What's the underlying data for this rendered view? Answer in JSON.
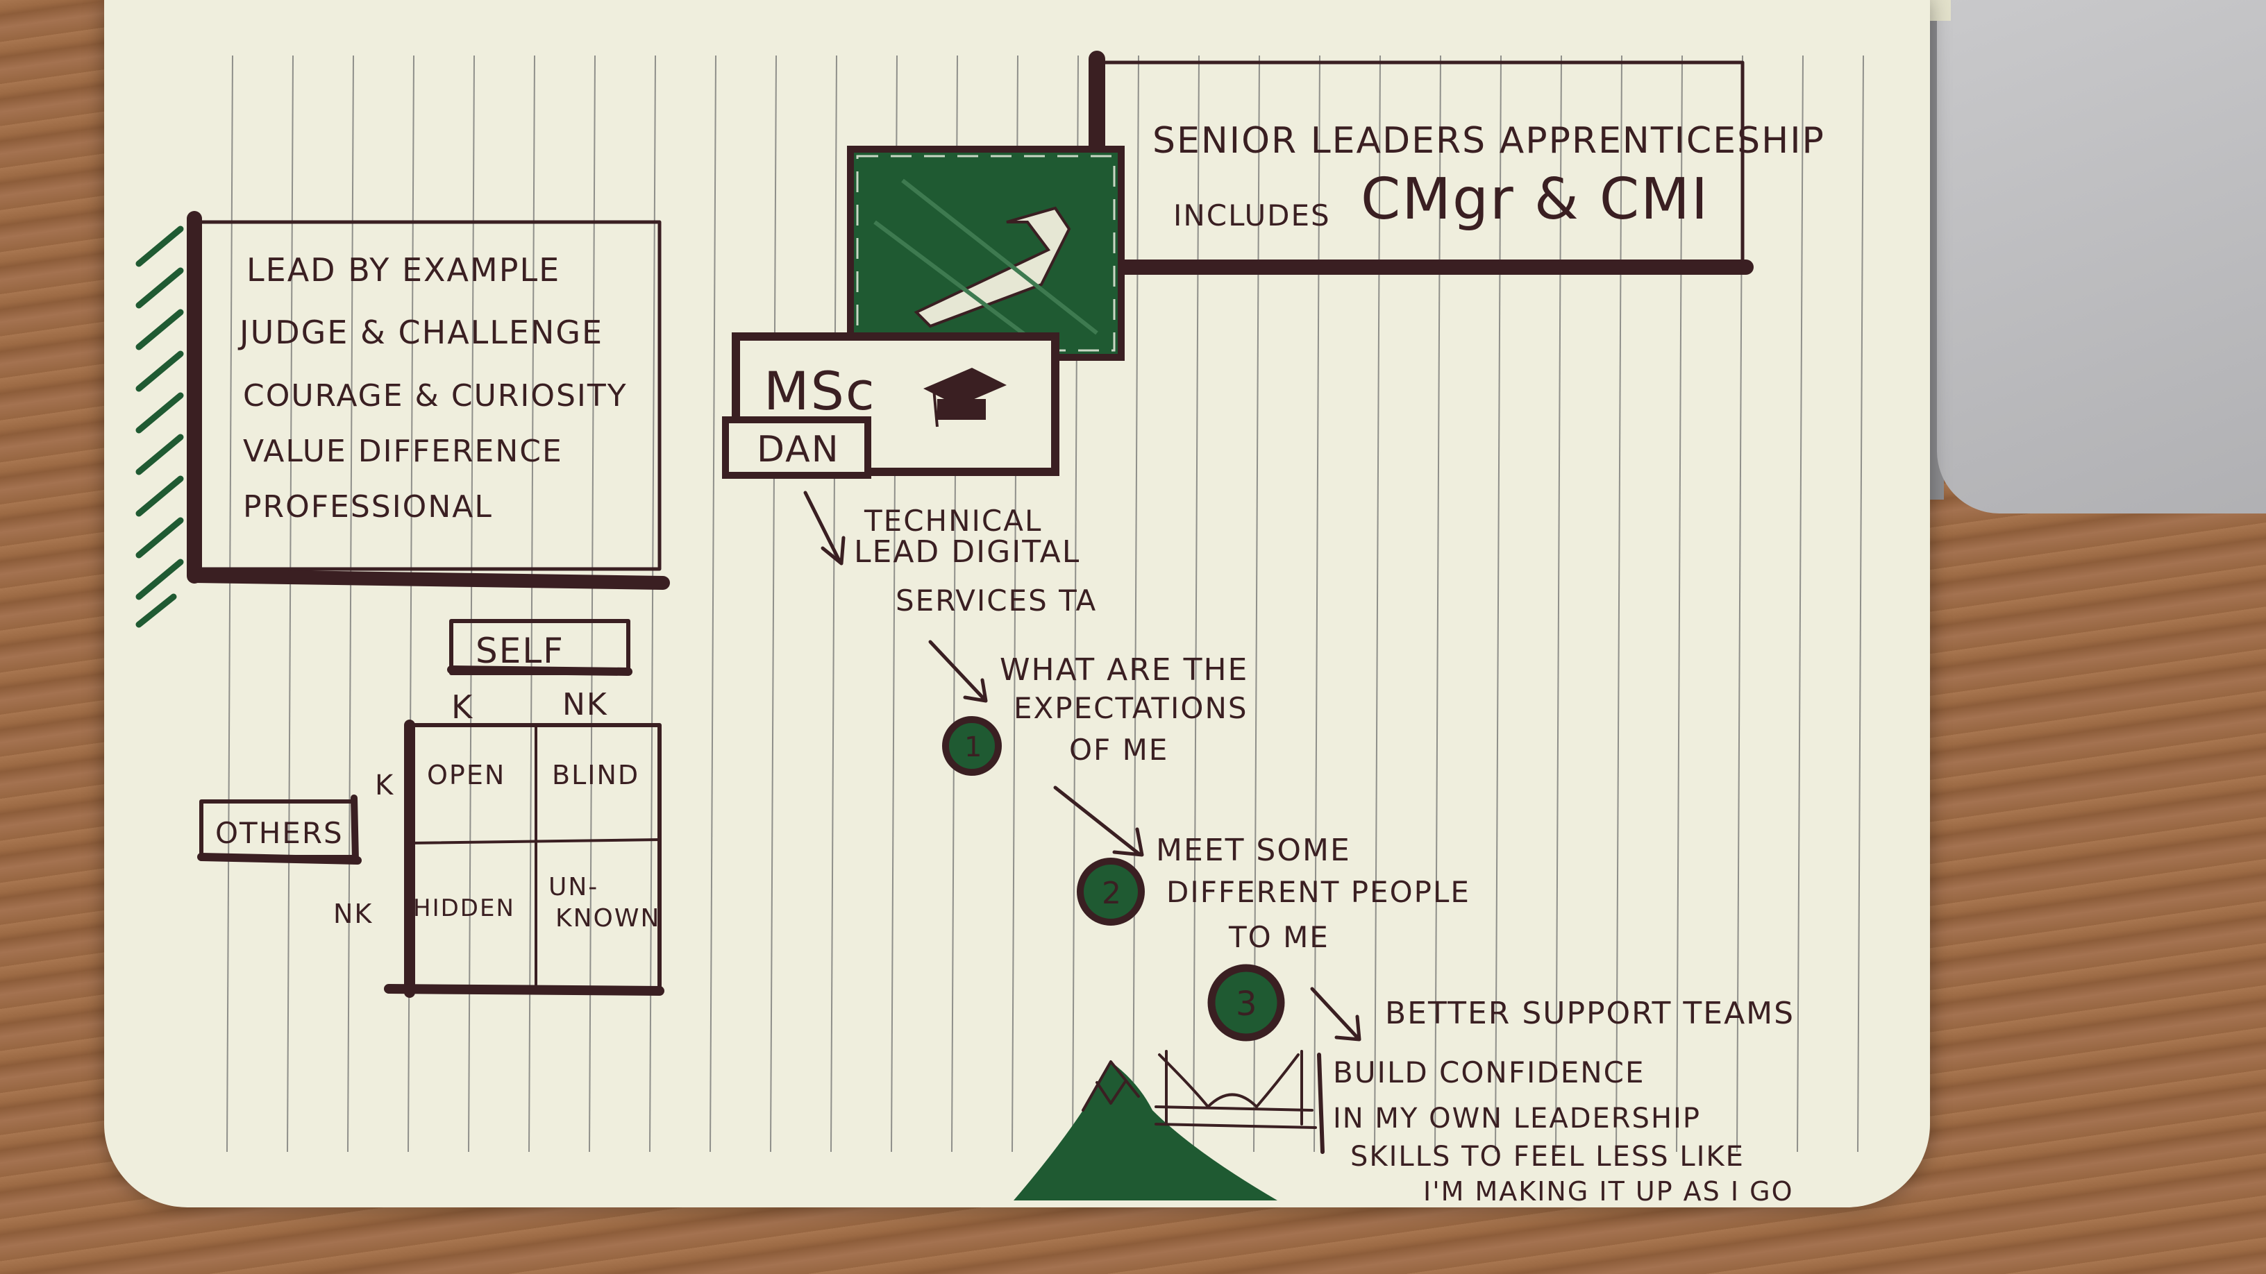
{
  "values_box": {
    "lines": [
      "LEAD BY EXAMPLE",
      "JUDGE & CHALLENGE",
      "COURAGE & CURIOSITY",
      "VALUE DIFFERENCE",
      "PROFESSIONAL"
    ]
  },
  "apprenticeship": {
    "line1": "SENIOR LEADERS APPRENTICESHIP",
    "line2a": "INCLUDES",
    "line2b": "CMgr & CMI"
  },
  "msc_label": "MSc",
  "name_label": "DAN",
  "role": [
    "TECHNICAL",
    "LEAD DIGITAL",
    "SERVICES TA"
  ],
  "johari": {
    "self_label": "SELF",
    "others_label": "OTHERS",
    "col_k": "K",
    "col_nk": "NK",
    "row_k": "K",
    "row_nk": "NK",
    "open": "OPEN",
    "blind": "BLIND",
    "hidden": "HIDDEN",
    "unknown_1": "UN-",
    "unknown_2": "KNOWN"
  },
  "goals": [
    {
      "num": "1",
      "lines": [
        "WHAT ARE THE",
        "EXPECTATIONS",
        "OF ME"
      ]
    },
    {
      "num": "2",
      "lines": [
        "MEET SOME",
        "DIFFERENT PEOPLE",
        "TO ME"
      ]
    },
    {
      "num": "3",
      "lines": [
        "BETTER SUPPORT TEAMS",
        "BUILD CONFIDENCE",
        "IN MY OWN LEADERSHIP",
        "SKILLS TO FEEL LESS LIKE",
        "I'M MAKING IT UP AS I GO"
      ]
    }
  ],
  "colors": {
    "ink": "#3a1f22",
    "green": "#1f5a32",
    "paper": "#efeedd"
  }
}
